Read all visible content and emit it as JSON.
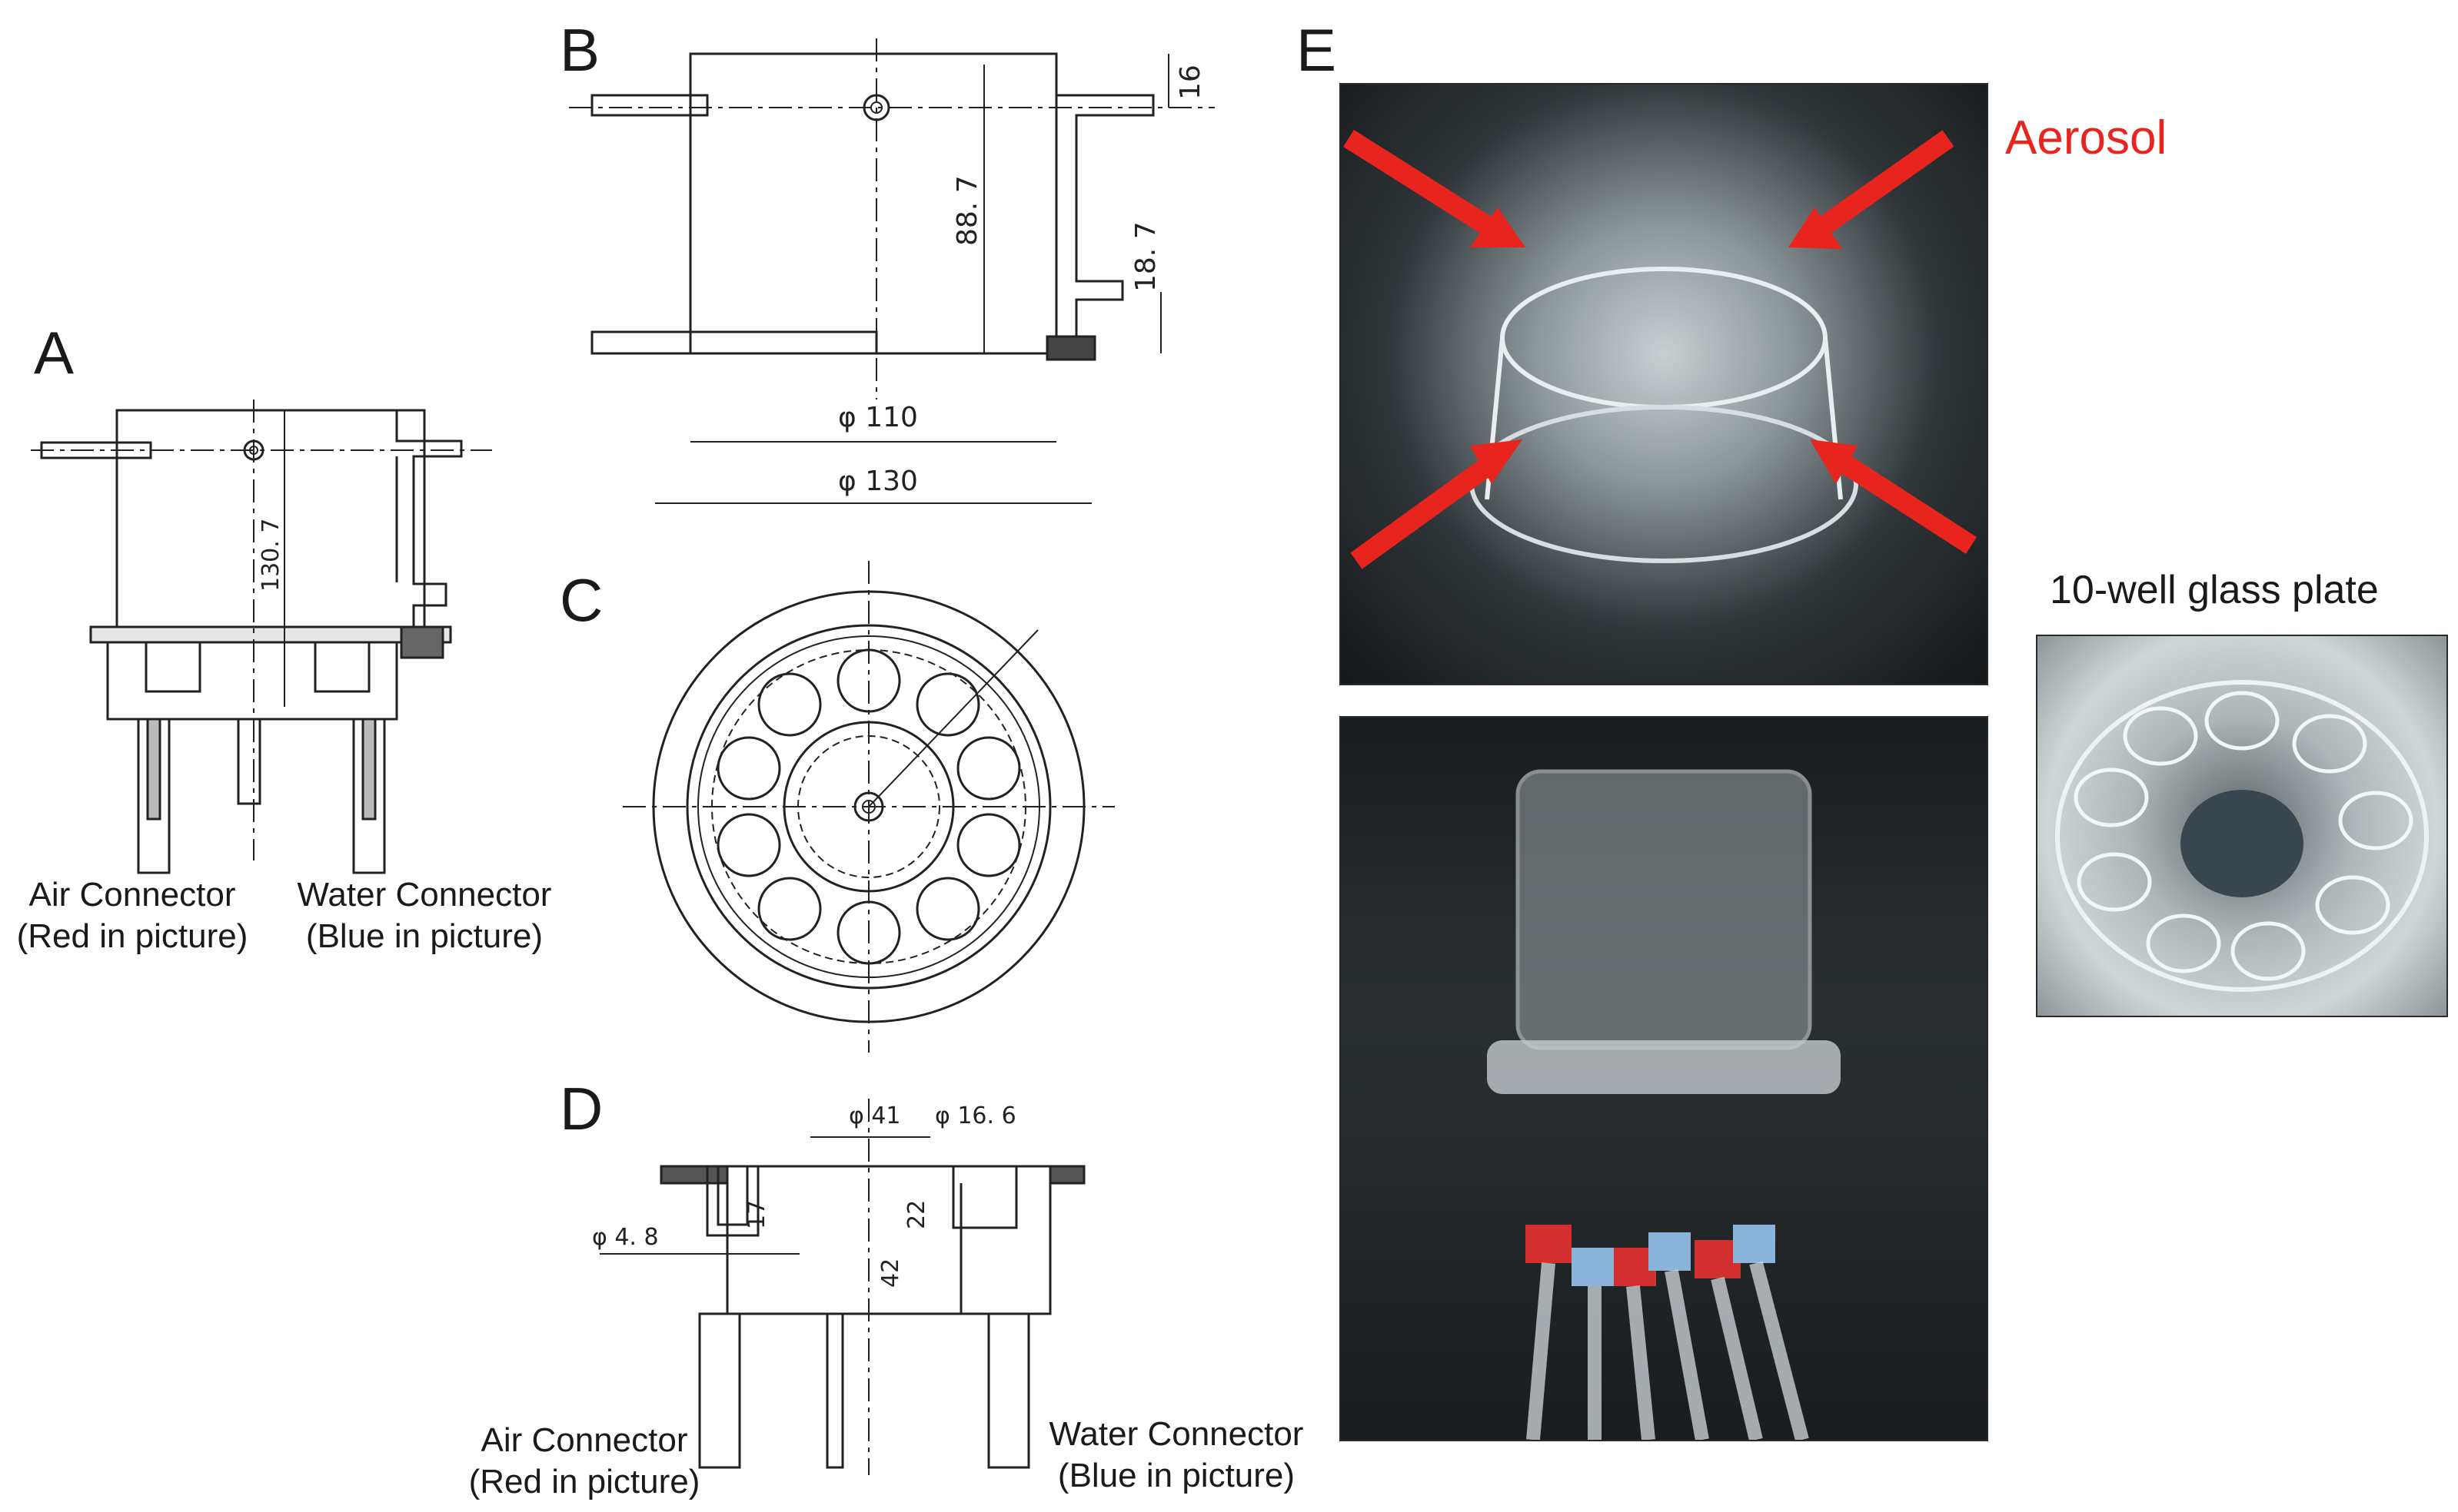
{
  "panels": {
    "a": {
      "letter": "A",
      "height_label": "130. 7",
      "air_connector": "Air Connector",
      "air_note": "(Red in picture)",
      "water_connector": "Water Connector",
      "water_note": "(Blue in picture)"
    },
    "b": {
      "letter": "B",
      "dims": {
        "top": "16",
        "height": "88. 7",
        "side": "18. 7",
        "inner_dia": "φ 110",
        "outer_dia": "φ 130"
      }
    },
    "c": {
      "letter": "C"
    },
    "d": {
      "letter": "D",
      "dims": {
        "center_dia": "φ 41",
        "well_dia": "φ 16. 6",
        "well_depth": "17",
        "depth22": "22",
        "depth42": "42",
        "hole_dia": "φ 4. 8"
      },
      "air_connector": "Air Connector",
      "air_note": "(Red in picture)",
      "water_connector": "Water Connector",
      "water_note": "(Blue in picture)"
    },
    "e": {
      "letter": "E",
      "aerosol_label": "Aerosol",
      "plate_label": "10-well glass plate"
    }
  },
  "colors": {
    "line": "#222222",
    "arrow": "#e8241f",
    "aerosol_text": "#e8241f"
  }
}
